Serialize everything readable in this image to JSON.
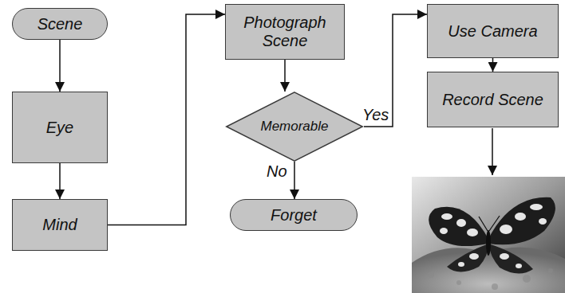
{
  "diagram": {
    "nodes": [
      {
        "text": [
          "Scene"
        ]
      },
      {
        "text": [
          "Eye"
        ]
      },
      {
        "text": [
          "Mind"
        ]
      },
      {
        "text": [
          "Photograph Scene"
        ]
      },
      {
        "text": [
          "Memorable"
        ]
      },
      {
        "text": [
          "Forget"
        ]
      },
      {
        "text": [
          "Use Camera"
        ]
      },
      {
        "text": [
          "Record Scene"
        ]
      }
    ],
    "edges": [
      {
        "from": 0,
        "to": 1,
        "arrow": "to"
      },
      {
        "from": 1,
        "to": 2,
        "arrow": "to"
      },
      {
        "from": 2,
        "to": 3,
        "arrow": "to"
      },
      {
        "from": 3,
        "to": 4,
        "arrow": "to"
      },
      {
        "from": 4,
        "to": 6,
        "label": "Yes",
        "arrow": "to"
      },
      {
        "from": 4,
        "to": 5,
        "label": "No",
        "arrow": "to"
      },
      {
        "from": 6,
        "to": 7,
        "arrow": "to"
      }
    ]
  }
}
